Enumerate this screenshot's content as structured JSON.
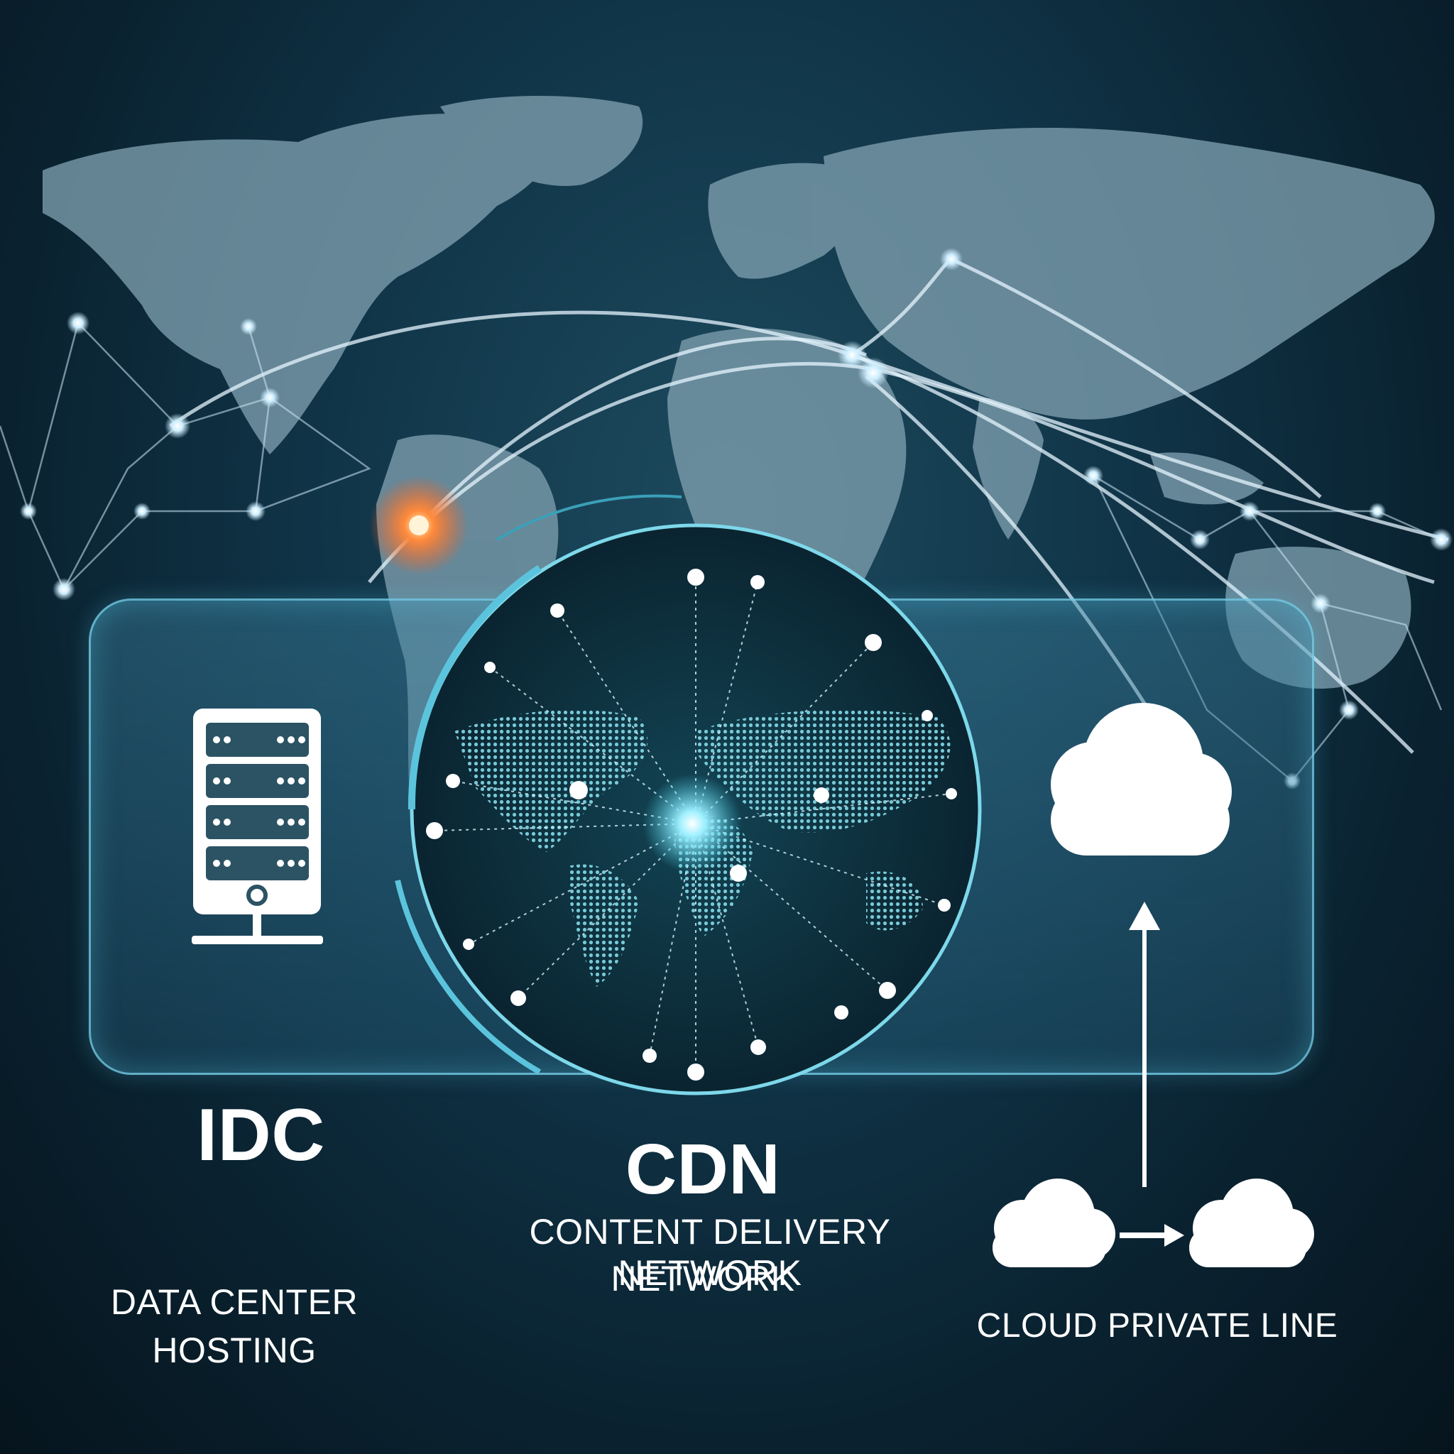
{
  "idc": {
    "title": "IDC",
    "subtitle_line1": "DATA CENTER",
    "subtitle_line2": "HOSTING"
  },
  "cdn": {
    "title": "CDN",
    "subtitle_line1": "CONTENT DELIVERY NETWORK",
    "subtitle_line2": "NETWORK"
  },
  "cloud_private_line": {
    "label": "CLOUD PRIVATE LINE"
  },
  "colors": {
    "accent": "#6fe0f0",
    "highlight": "#ff6a2a",
    "background": "#0a2230"
  },
  "icons": [
    "server-icon",
    "globe-icon",
    "cloud-icon",
    "up-arrow-icon",
    "right-arrow-icon"
  ]
}
